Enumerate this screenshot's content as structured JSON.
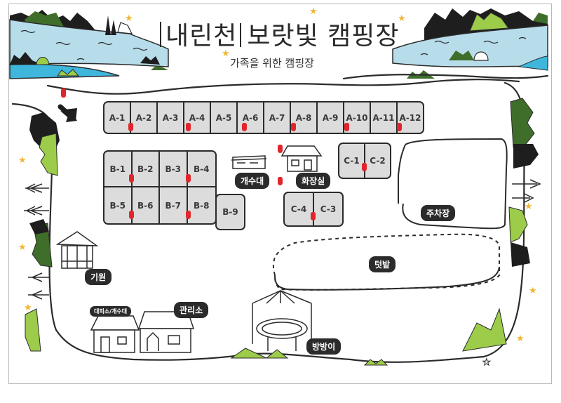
{
  "header": {
    "title_part1": "내린천",
    "title_part2": "보랏빛 캠핑장",
    "subtitle": "가족을 위한 캠핑장"
  },
  "zones": {
    "a": {
      "sites": [
        "A-1",
        "A-2",
        "A-3",
        "A-4",
        "A-5",
        "A-6",
        "A-7",
        "A-8",
        "A-9",
        "A-10",
        "A-11",
        "A-12"
      ]
    },
    "b": {
      "sites": [
        "B-1",
        "B-2",
        "B-3",
        "B-4",
        "B-5",
        "B-6",
        "B-7",
        "B-8"
      ],
      "extra": "B-9"
    },
    "c_top": {
      "sites": [
        "C-1",
        "C-2"
      ]
    },
    "c_bottom": {
      "sites": [
        "C-4",
        "C-3"
      ]
    }
  },
  "facilities": {
    "sink": "개수대",
    "restroom": "화장실",
    "parking": "주차장",
    "field": "텃밭",
    "pavilion": "기원",
    "shelter": "대피소/개수대",
    "office": "관리소",
    "trampoline": "방방이"
  },
  "colors": {
    "lot_fill": "#dcdcdc",
    "outline": "#2b2b2b",
    "river": "#b7dcea",
    "river_deep": "#3fb7dc",
    "forest_dark": "#3f6e2a",
    "forest_light": "#9ccc4a",
    "mountain": "#1e1e1e",
    "pin": "#e0262c",
    "star": "#f2b632"
  }
}
